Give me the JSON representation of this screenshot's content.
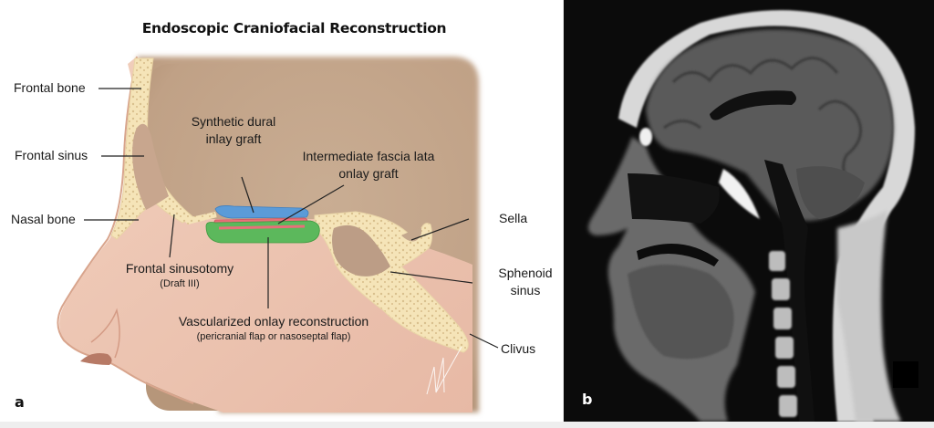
{
  "figure": {
    "panel_a": {
      "letter": "a",
      "title": "Endoscopic Craniofacial Reconstruction",
      "labels": {
        "frontal_bone": "Frontal bone",
        "frontal_sinus": "Frontal sinus",
        "nasal_bone": "Nasal bone",
        "synthetic_graft_line1": "Synthetic dural",
        "synthetic_graft_line2": "inlay graft",
        "fascia_line1": "Intermediate fascia lata",
        "fascia_line2": "onlay graft",
        "sella": "Sella",
        "sphenoid_line1": "Sphenoid",
        "sphenoid_line2": "sinus",
        "frontal_sinusotomy": "Frontal sinusotomy",
        "frontal_sinusotomy_sub": "(Draft III)",
        "vascularized": "Vascularized onlay reconstruction",
        "vascularized_sub": "(pericranial flap or nasoseptal flap)",
        "clivus": "Clivus"
      },
      "colors": {
        "synthetic_dural_graft": "#5b9bd8",
        "fascia_lata_graft": "#e8707a",
        "vascularized_flap": "#5cb85c",
        "bone": "#f6e7bf",
        "brain_cavity": "#c4a88e",
        "skin": "#efc9b5"
      }
    },
    "panel_b": {
      "letter": "b",
      "description": "Sagittal MRI of head and neck"
    }
  }
}
